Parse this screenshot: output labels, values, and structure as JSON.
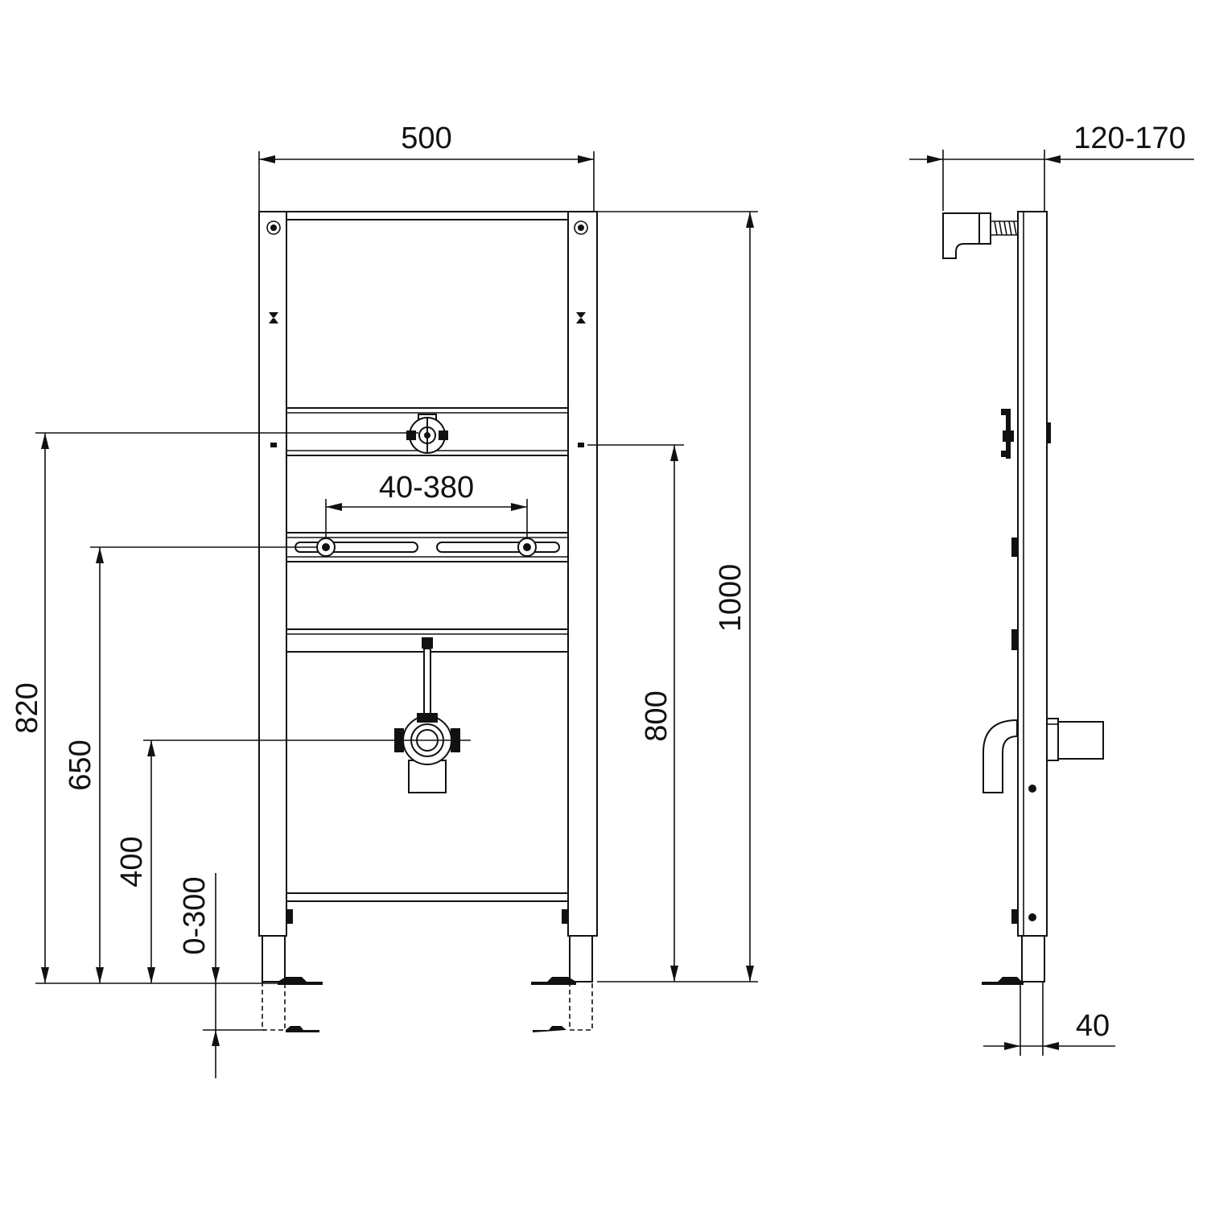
{
  "dimensions": {
    "frame_width": "500",
    "frame_height": "1000",
    "depth_range": "120-170",
    "leg_width": "40",
    "bolt_spacing": "40-380",
    "waste_height": "820",
    "upper_rail_height": "800",
    "bolt_height": "650",
    "drain_height": "400",
    "foot_adjust": "0-300"
  }
}
